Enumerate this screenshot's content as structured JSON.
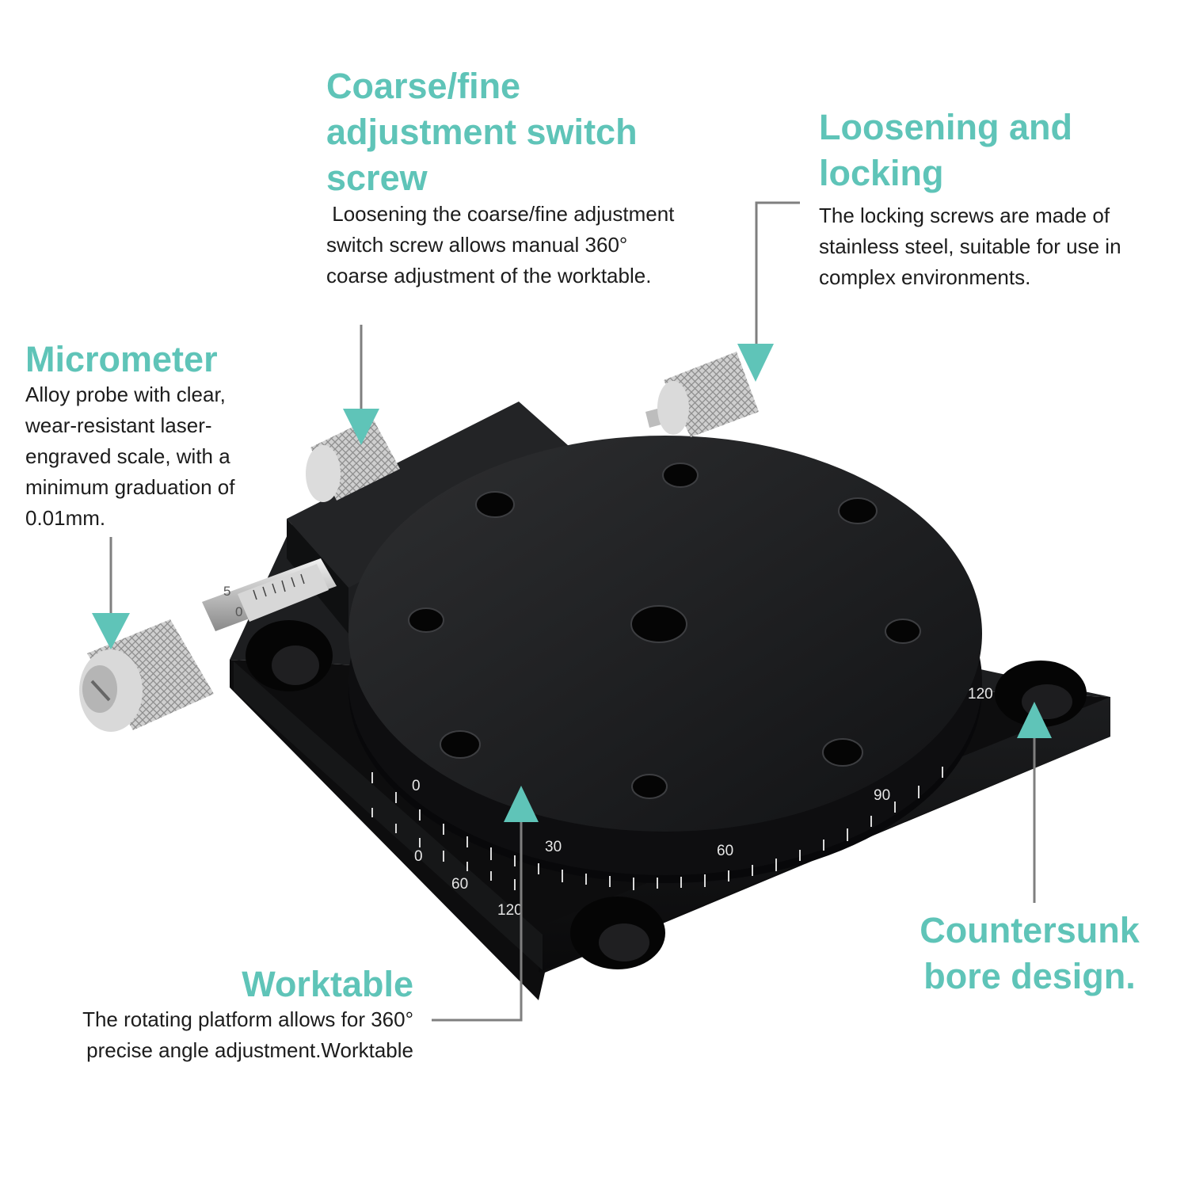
{
  "accent_color": "#5fc4b8",
  "product_image": "rotary-stage-with-micrometer",
  "callouts": {
    "coarse_fine": {
      "title": "Coarse/fine adjustment switch screw",
      "text": " Loosening the coarse/fine adjustment switch screw allows manual 360° coarse adjustment of the worktable."
    },
    "locking": {
      "title": "Loosening and locking",
      "text": "The locking screws are made of stainless steel, suitable for use in complex environments."
    },
    "micrometer": {
      "title": "Micrometer",
      "text": "Alloy probe with clear, wear-resistant laser-engraved scale, with a minimum graduation of 0.01mm."
    },
    "worktable": {
      "title": "Worktable",
      "text": "The rotating platform allows for 360° precise angle adjustment.Worktable"
    },
    "countersunk": {
      "title": "Countersunk bore design."
    }
  },
  "scale_labels": {
    "upper": [
      "0",
      "30",
      "60",
      "90",
      "120"
    ],
    "lower": [
      "0",
      "60",
      "120"
    ],
    "micrometer": [
      "0",
      "5"
    ]
  }
}
